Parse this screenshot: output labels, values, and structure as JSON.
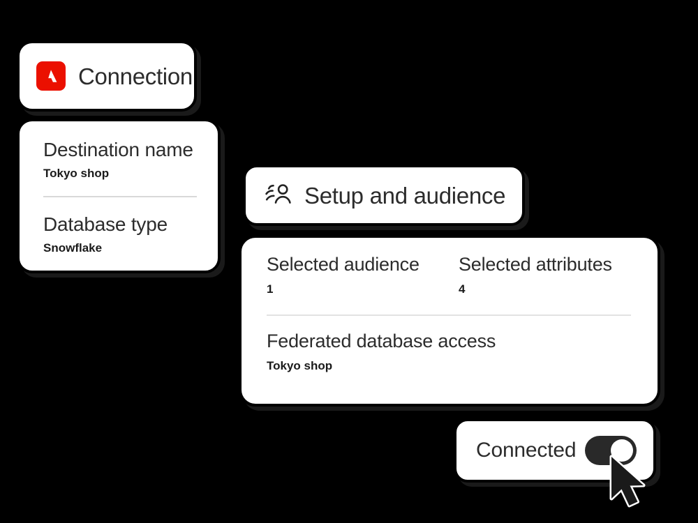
{
  "theme": {
    "background": "#000000",
    "card_background": "#ffffff",
    "card_border": "#000000",
    "brand_red": "#EB1000",
    "text": "#2c2c2c",
    "divider": "#d8d8d8",
    "toggle_on": "#292929",
    "toggle_knob": "#ffffff"
  },
  "connection": {
    "title": "Connection",
    "logo_icon": "adobe-logo-icon"
  },
  "destination": {
    "fields": [
      {
        "label": "Destination name",
        "value": "Tokyo shop"
      },
      {
        "label": "Database type",
        "value": "Snowflake"
      }
    ]
  },
  "setup": {
    "title": "Setup and audience",
    "icon": "audience-group-icon"
  },
  "audience_panel": {
    "stats": [
      {
        "label": "Selected audience",
        "value": "1"
      },
      {
        "label": "Selected attributes",
        "value": "4"
      }
    ],
    "federated": {
      "label": "Federated database access",
      "value": "Tokyo shop"
    }
  },
  "connected": {
    "label": "Connected",
    "toggle_state": "on"
  },
  "cursor": {
    "icon": "mouse-pointer-icon"
  }
}
